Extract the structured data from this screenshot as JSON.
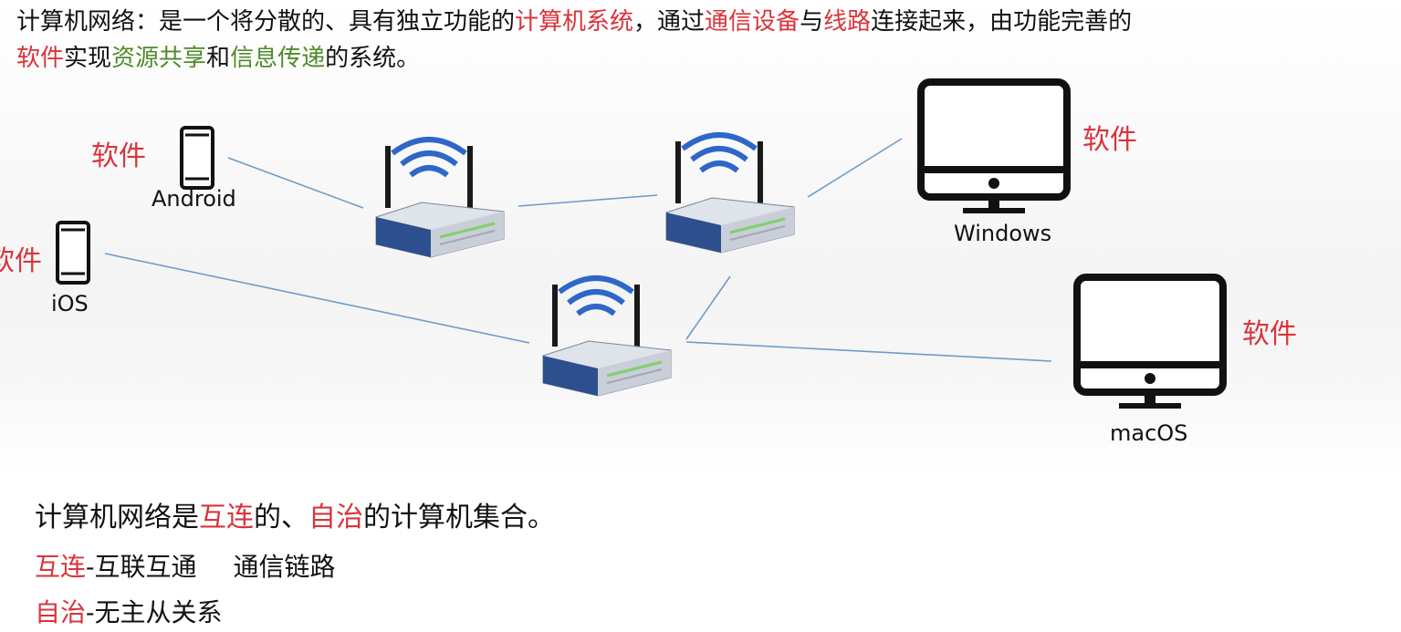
{
  "intro": {
    "line1": [
      {
        "text": "计算机网络：是一个将分散的、具有独立功能的",
        "color": "black"
      },
      {
        "text": "计算机系统",
        "color": "red"
      },
      {
        "text": "，通过",
        "color": "black"
      },
      {
        "text": "通信设备",
        "color": "red"
      },
      {
        "text": "与",
        "color": "black"
      },
      {
        "text": "线路",
        "color": "red"
      },
      {
        "text": "连接起来，由功能完善的",
        "color": "black"
      }
    ],
    "line2": [
      {
        "text": "软件",
        "color": "red"
      },
      {
        "text": "实现",
        "color": "black"
      },
      {
        "text": "资源共享",
        "color": "green"
      },
      {
        "text": "和",
        "color": "black"
      },
      {
        "text": "信息传递",
        "color": "green"
      },
      {
        "text": "的系统。",
        "color": "black"
      }
    ]
  },
  "devices": {
    "android": {
      "label": "Android",
      "software": "软件"
    },
    "ios": {
      "label": "iOS",
      "software": "软件"
    },
    "windows": {
      "label": "Windows",
      "software": "软件"
    },
    "macos": {
      "label": "macOS",
      "software": "软件"
    }
  },
  "bottom": {
    "def_prefix": "计算机网络是",
    "def_interconnect": "互连",
    "def_mid": "的、",
    "def_autonomous": "自治",
    "def_suffix": "的计算机集合。",
    "hl_label": "互连",
    "hl_desc": "-互联互通",
    "hl_extra": "通信链路",
    "zz_label": "自治",
    "zz_desc": "-无主从关系"
  },
  "colors": {
    "accent_red": "#d9343c",
    "accent_green": "#4f8a2a",
    "link_line": "#6f9bc8",
    "router_blue": "#2d4f8e"
  }
}
